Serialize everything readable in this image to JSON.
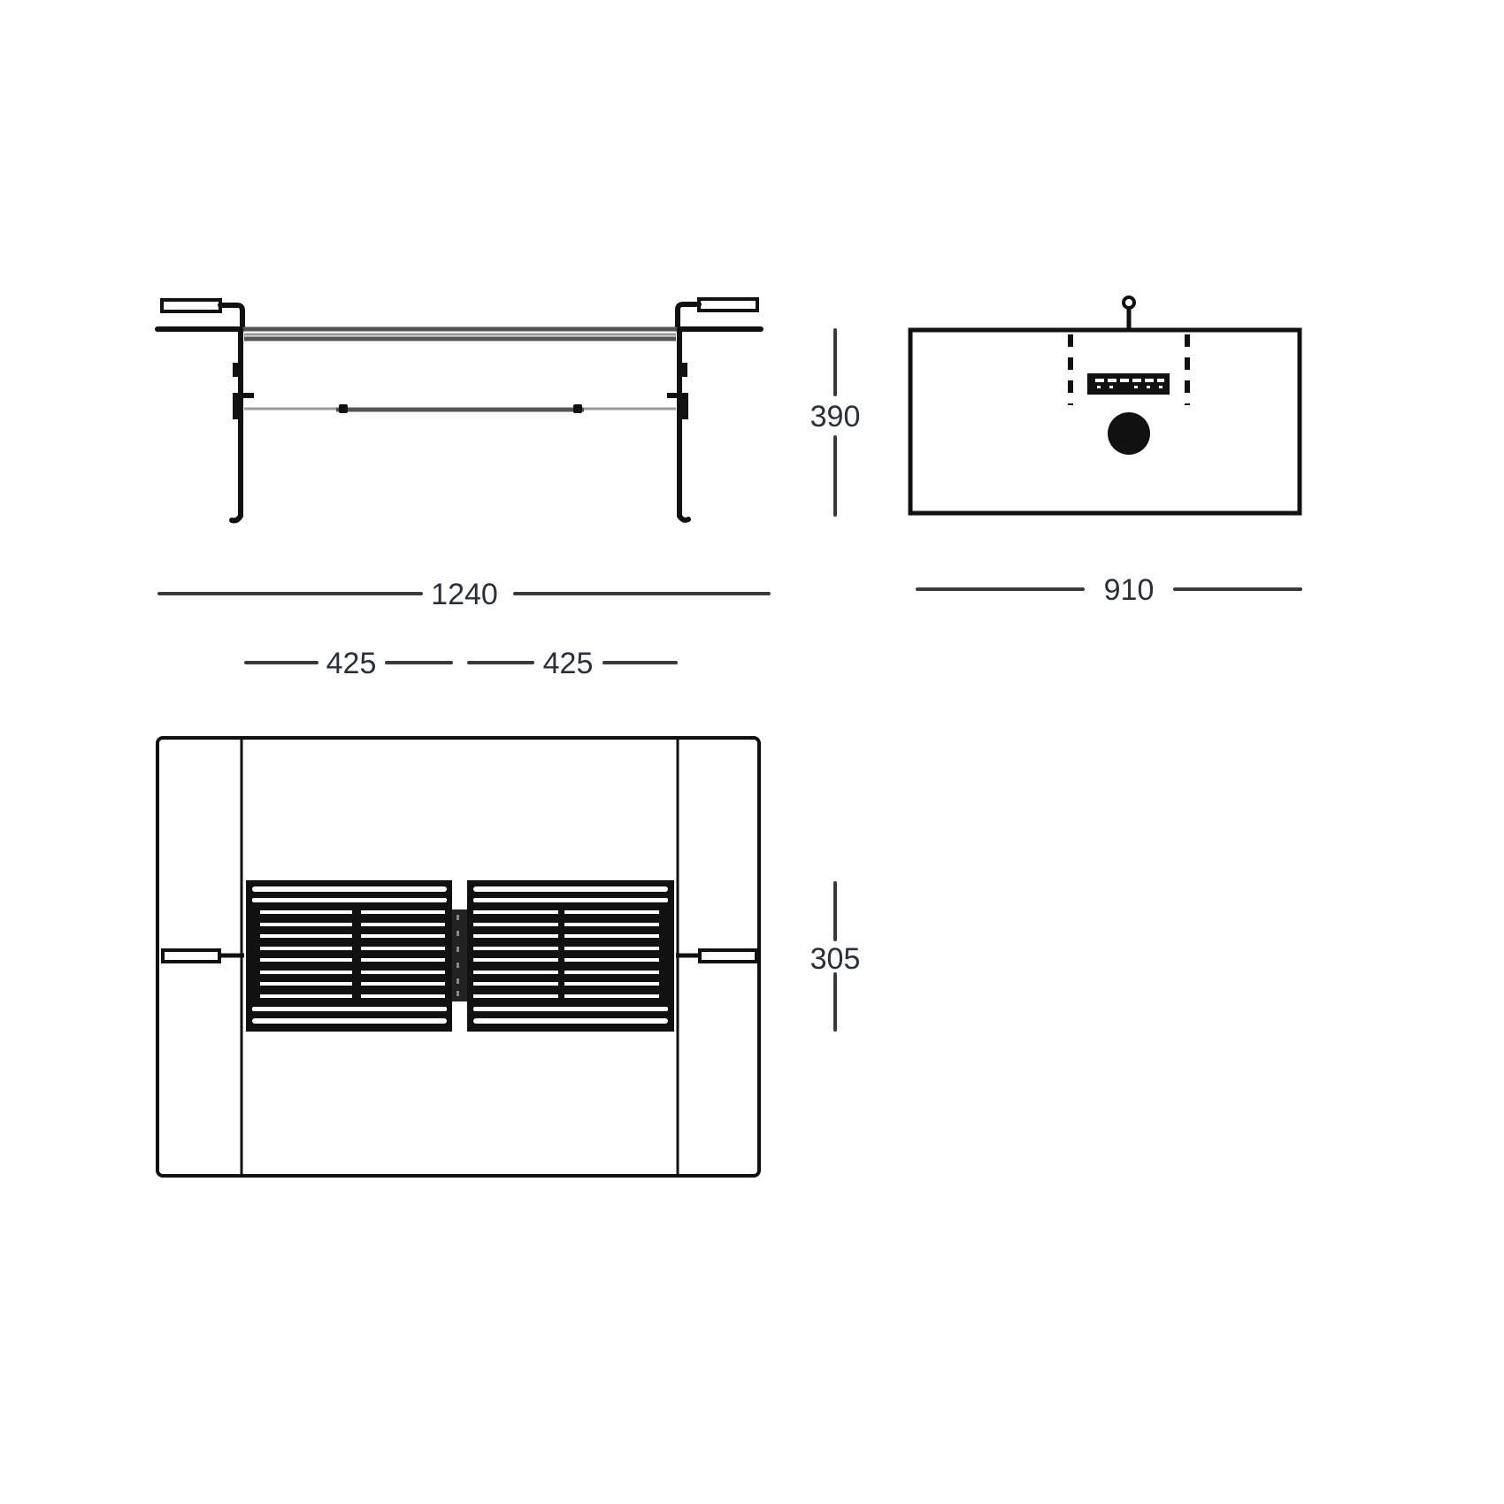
{
  "drawing": {
    "type": "technical-dimension-drawing",
    "subject": "folding grill / stand",
    "units_implied": "mm",
    "colors": {
      "line": "#111111",
      "dimension_line": "#3a3a3a",
      "text": "#2b2f3a",
      "background": "#ffffff"
    }
  },
  "views": {
    "side": {
      "name": "side-view"
    },
    "end": {
      "name": "end-view"
    },
    "top": {
      "name": "top-view"
    }
  },
  "dimensions": {
    "overall_length": "1240",
    "end_width": "910",
    "height": "390",
    "grate_left_length": "425",
    "grate_right_length": "425",
    "grate_depth": "305"
  }
}
